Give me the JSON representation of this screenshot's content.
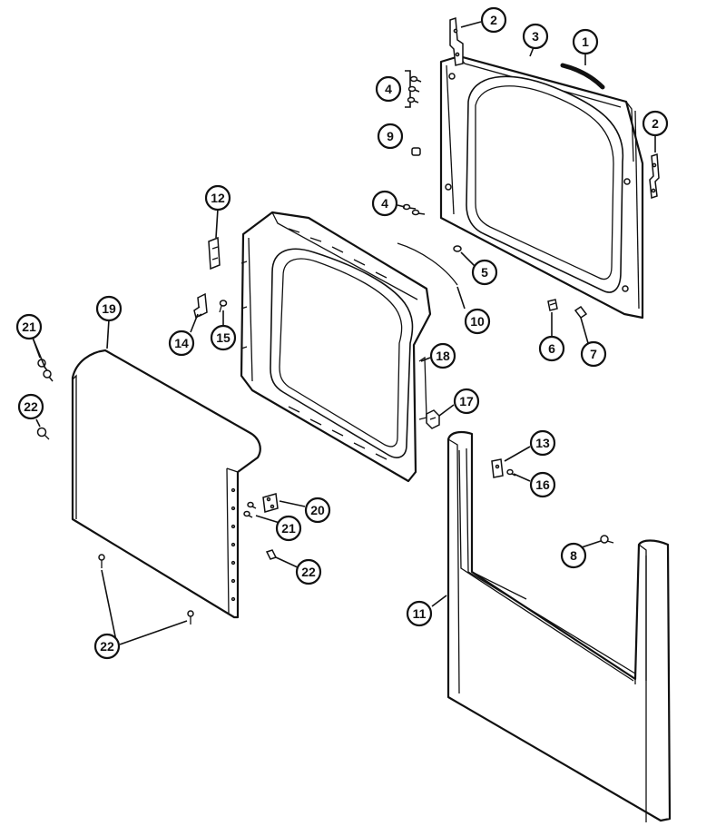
{
  "diagram": {
    "callouts": [
      {
        "id": "1",
        "label": "1"
      },
      {
        "id": "2a",
        "label": "2"
      },
      {
        "id": "3",
        "label": "3"
      },
      {
        "id": "2b",
        "label": "2"
      },
      {
        "id": "4a",
        "label": "4"
      },
      {
        "id": "9",
        "label": "9"
      },
      {
        "id": "4b",
        "label": "4"
      },
      {
        "id": "5",
        "label": "5"
      },
      {
        "id": "12",
        "label": "12"
      },
      {
        "id": "10",
        "label": "10"
      },
      {
        "id": "6",
        "label": "6"
      },
      {
        "id": "7",
        "label": "7"
      },
      {
        "id": "19",
        "label": "19"
      },
      {
        "id": "21a",
        "label": "21"
      },
      {
        "id": "14",
        "label": "14"
      },
      {
        "id": "15",
        "label": "15"
      },
      {
        "id": "18",
        "label": "18"
      },
      {
        "id": "22a",
        "label": "22"
      },
      {
        "id": "17",
        "label": "17"
      },
      {
        "id": "13",
        "label": "13"
      },
      {
        "id": "16",
        "label": "16"
      },
      {
        "id": "20",
        "label": "20"
      },
      {
        "id": "21b",
        "label": "21"
      },
      {
        "id": "8",
        "label": "8"
      },
      {
        "id": "22b",
        "label": "22"
      },
      {
        "id": "11",
        "label": "11"
      },
      {
        "id": "22c",
        "label": "22"
      }
    ]
  }
}
